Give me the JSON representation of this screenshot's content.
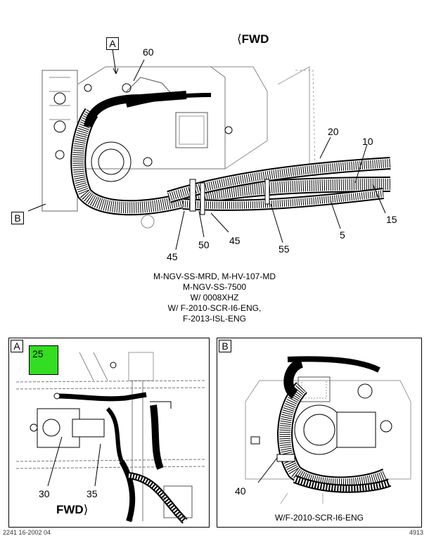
{
  "main_view": {
    "fwd_label": "FWD",
    "view_labels": [
      "A",
      "B"
    ],
    "callouts": [
      "60",
      "20",
      "10",
      "15",
      "5",
      "55",
      "45",
      "50",
      "45"
    ]
  },
  "caption": {
    "lines": [
      "M-NGV-SS-MRD, M-HV-107-MD",
      "M-NGV-SS-7500",
      "W/ 0008XHZ",
      "W/ F-2010-SCR-I6-ENG,",
      "F-2013-ISL-ENG"
    ]
  },
  "detail_a": {
    "label": "A",
    "highlight": "25",
    "callouts": [
      "30",
      "35"
    ],
    "fwd_label": "FWD"
  },
  "detail_b": {
    "label": "B",
    "callouts": [
      "40"
    ],
    "caption": "W/F-2010-SCR-I6-ENG"
  },
  "footer": {
    "left": "2241 16-2002 04",
    "right": "4913"
  }
}
